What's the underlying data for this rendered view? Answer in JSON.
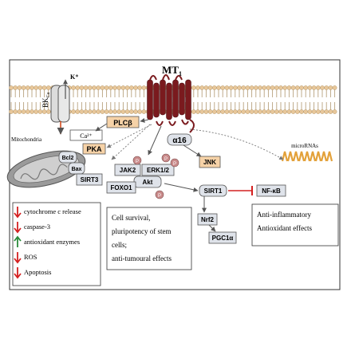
{
  "receptor": {
    "name": "MT",
    "subscript": "1"
  },
  "channel": {
    "name": "BK",
    "subscript": "Ca",
    "ion": "K⁺"
  },
  "calcium": "Ca²⁺",
  "mitochondria_label": "Mitochondria",
  "nodes": {
    "plcb": "PLCβ",
    "a16": "α16",
    "pka": "PKA",
    "bcl2": "Bcl2",
    "bax": "Bax",
    "sirt3": "SIRT3",
    "jak2": "JAK2",
    "erk": "ERK1/2",
    "akt": "Akt",
    "foxo1": "FOXO1",
    "jnk": "JNK",
    "sirt1": "SIRT1",
    "nfkb": "NF-κB",
    "nrf2": "Nrf2",
    "pgc1a": "PGC1α",
    "microrna": "microRNAs",
    "phospho": "P"
  },
  "mito_effects": [
    {
      "arrow": "down",
      "text": "cytochrome c release"
    },
    {
      "arrow": "down",
      "text": "caspase-3"
    },
    {
      "arrow": "up",
      "text": "antioxidant enzymes"
    },
    {
      "arrow": "down",
      "text": "ROS"
    },
    {
      "arrow": "down",
      "text": "Apoptosis"
    }
  ],
  "survival_effects": [
    "Cell survival,",
    "pluripotency of stem",
    "cells;",
    "anti-tumoural effects"
  ],
  "antiinflam_effects": [
    "Anti-inflammatory",
    "Antioxidant effects"
  ],
  "colors": {
    "box_fill": "#f6d2a7",
    "node_fill": "#dfe3ea",
    "receptor": "#7a1a1e",
    "membrane_head": "#e8c79a",
    "membrane_tail": "#b8a27e",
    "arrow_down": "#d42020",
    "arrow_up": "#2a8a3a",
    "inhibit": "#d42020",
    "phospho": "#c98a8a",
    "microrna": "#e3a13a"
  }
}
